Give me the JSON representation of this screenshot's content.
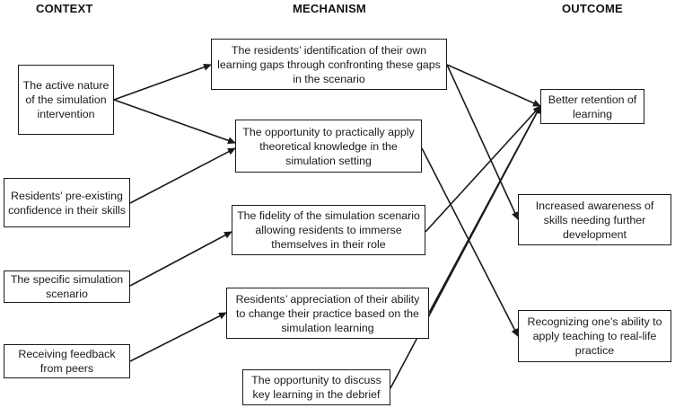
{
  "headings": {
    "context": "CONTEXT",
    "mechanism": "MECHANISM",
    "outcome": "OUTCOME"
  },
  "context": [
    "The active nature of the simulation intervention",
    "Residents’ pre-existing confidence in their skills",
    "The specific simulation scenario",
    "Receiving feedback from peers"
  ],
  "mechanism": [
    "The residents’ identification of their own learning gaps through confronting these gaps in the scenario",
    "The opportunity to practically apply theoretical knowledge in the simulation setting",
    "The fidelity of the simulation scenario allowing residents to immerse themselves in their role",
    "Residents’ appreciation of their ability to change their practice based on the simulation learning",
    "The opportunity to discuss key learning in the debrief"
  ],
  "outcome": [
    "Better retention of learning",
    "Increased awareness of skills needing further development",
    "Recognizing one’s ability to apply teaching to real-life practice"
  ]
}
